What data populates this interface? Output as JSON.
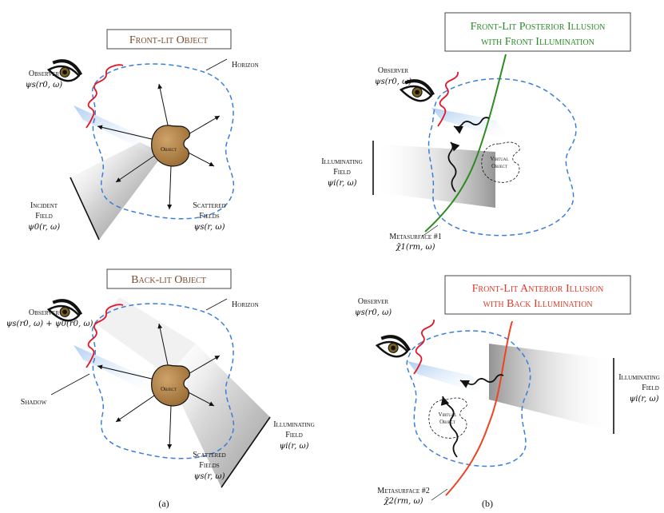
{
  "panel_a_top": {
    "title": "Front-lit Object",
    "observer_label": "Observer",
    "observer_math": "ψs(r0, ω)",
    "horizon_label": "Horizon",
    "object_label": "Object",
    "incident_label_1": "Incident",
    "incident_label_2": "Field",
    "incident_math": "ψ0(r, ω)",
    "scattered_label_1": "Scattered",
    "scattered_label_2": "Fields",
    "scattered_math": "ψs(r, ω)"
  },
  "panel_a_bottom": {
    "title": "Back-lit Object",
    "observer_label": "Observer",
    "observer_math": "ψs(r0, ω) + ψ0(r0, ω)",
    "horizon_label": "Horizon",
    "shadow_label": "Shadow",
    "object_label": "Object",
    "illum_label_1": "Illuminating",
    "illum_label_2": "Field",
    "illum_math": "ψi(r, ω)",
    "scattered_label_1": "Scattered",
    "scattered_label_2": "Fields",
    "scattered_math": "ψs(r, ω)"
  },
  "panel_b_top": {
    "title_1": "Front-Lit Posterior Illusion",
    "title_2": "with Front Illumination",
    "observer_label": "Observer",
    "observer_math": "ψs(r0, ω)",
    "illum_label_1": "Illuminating",
    "illum_label_2": "Field",
    "illum_math": "ψi(r, ω)",
    "virtual_1": "Virtual",
    "virtual_2": "Object",
    "meta_label": "Metasurface #1",
    "meta_math": "χ̃1(rm, ω)"
  },
  "panel_b_bottom": {
    "title_1": "Front-Lit Anterior Illusion",
    "title_2": "with Back Illumination",
    "observer_label": "Observer",
    "observer_math": "ψs(r0, ω)",
    "illum_label_1": "Illuminating",
    "illum_label_2": "Field",
    "illum_math": "ψi(r, ω)",
    "virtual_1": "Virtual",
    "virtual_2": "Object",
    "meta_label": "Metasurface #2",
    "meta_math": "χ̃2(rm, ω)"
  },
  "captions": {
    "a": "(a)",
    "b": "(b)"
  },
  "colors": {
    "title_brown": "#7a4b2a",
    "title_green": "#2a8a2a",
    "title_red": "#e03a2a",
    "horizon_blue": "#3a7fd8",
    "object_fill": "#b8894f",
    "wave_red": "#e0182a",
    "meta_green": "#2e8b22",
    "meta_red": "#ee4422"
  }
}
